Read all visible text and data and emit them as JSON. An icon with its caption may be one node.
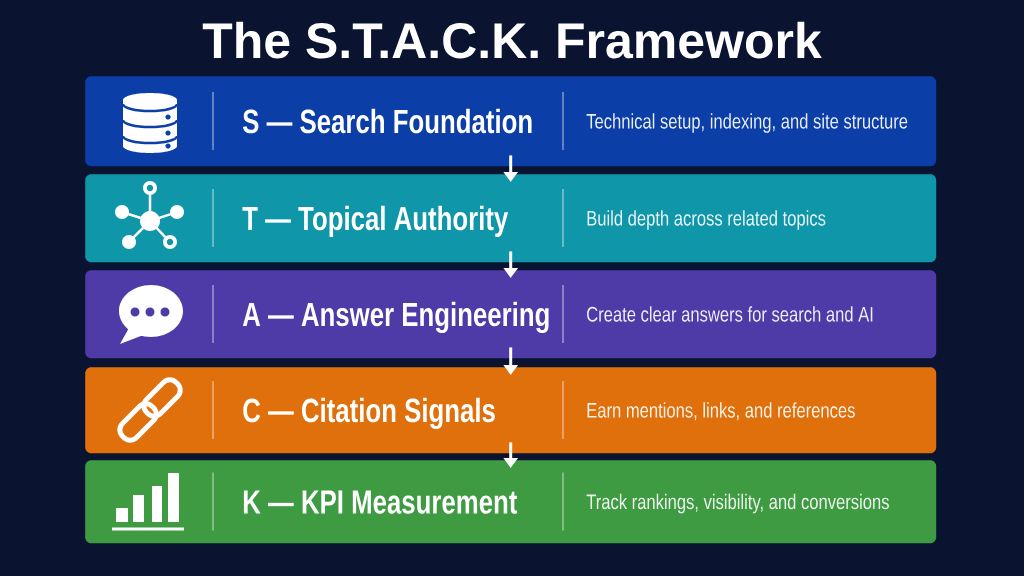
{
  "diagram": {
    "title": "The S.T.A.C.K. Framework",
    "nodes": [
      {
        "text": [
          "S — Search Foundation",
          "Technical setup, indexing, and site structure"
        ]
      },
      {
        "text": [
          "T — Topical Authority",
          "Build depth across related topics"
        ]
      },
      {
        "text": [
          "A — Answer Engineering",
          "Create clear answers for search and AI"
        ]
      },
      {
        "text": [
          "C — Citation Signals",
          "Earn mentions, links, and references"
        ]
      },
      {
        "text": [
          "K — KPI Measurement",
          "Track rankings, visibility, and conversions"
        ]
      }
    ],
    "edges": [
      {
        "from": 0,
        "to": 1,
        "arrow": "to"
      },
      {
        "from": 1,
        "to": 2,
        "arrow": "to"
      },
      {
        "from": 2,
        "to": 3,
        "arrow": "to"
      },
      {
        "from": 3,
        "to": 4,
        "arrow": "to"
      }
    ]
  }
}
